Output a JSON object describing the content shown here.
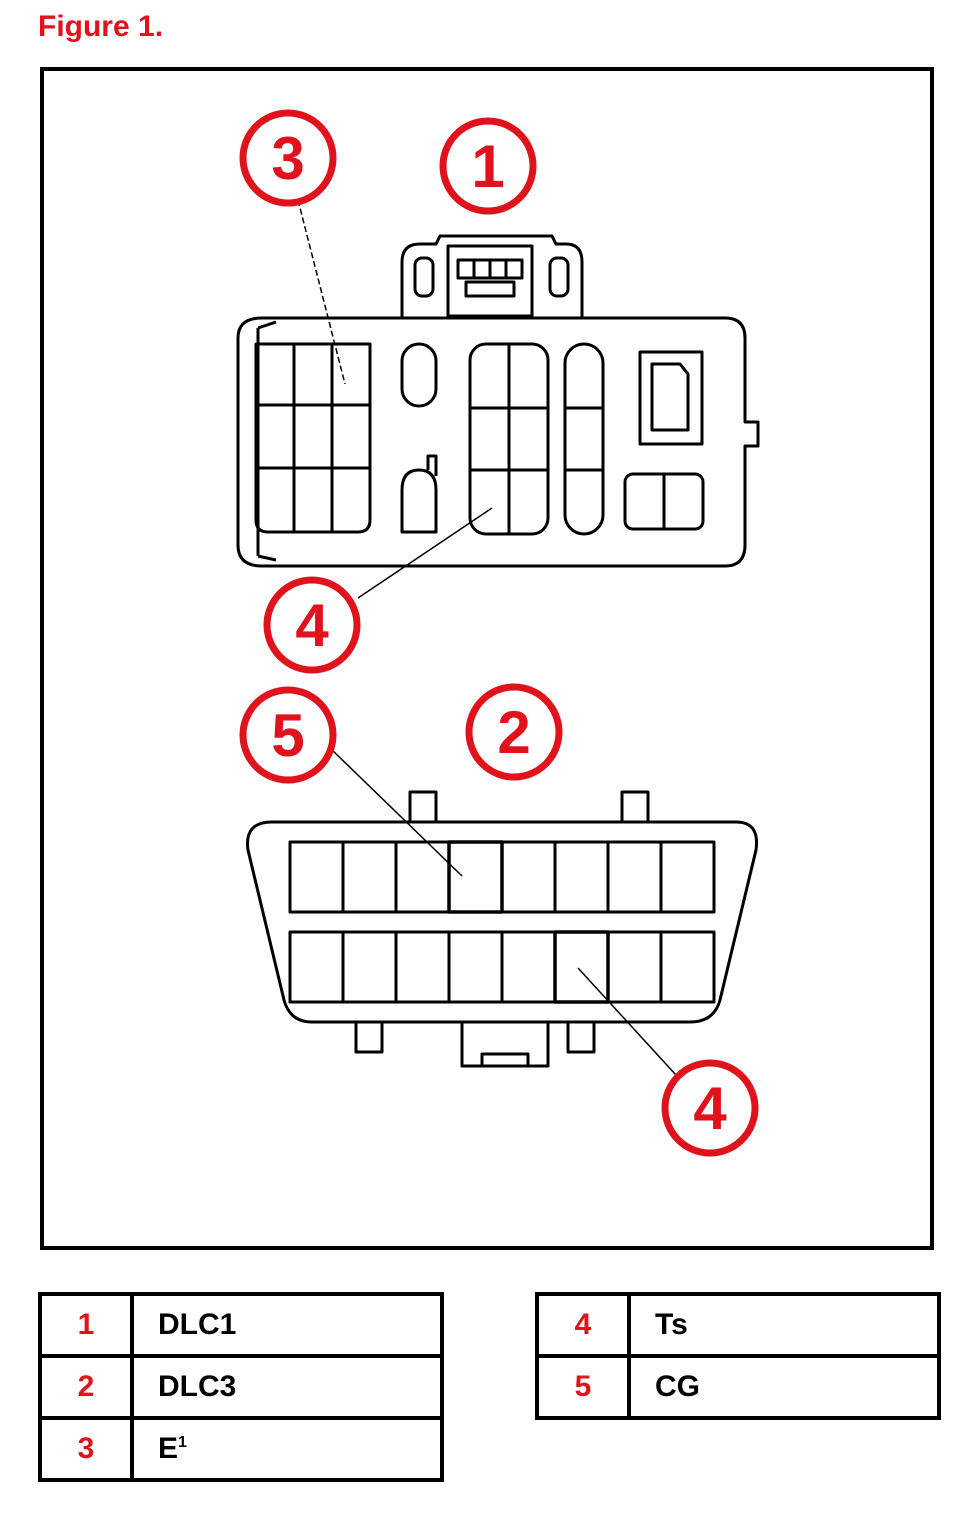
{
  "title": "Figure 1.",
  "colors": {
    "accent": "#e0121b",
    "line": "#000000"
  },
  "callouts": [
    "1",
    "2",
    "3",
    "4",
    "5"
  ],
  "legend_left": [
    {
      "num": "1",
      "label": "DLC1",
      "sup": ""
    },
    {
      "num": "2",
      "label": "DLC3",
      "sup": ""
    },
    {
      "num": "3",
      "label": "E",
      "sup": "1"
    }
  ],
  "legend_right": [
    {
      "num": "4",
      "label": "Ts",
      "sup": ""
    },
    {
      "num": "5",
      "label": "CG",
      "sup": ""
    }
  ]
}
